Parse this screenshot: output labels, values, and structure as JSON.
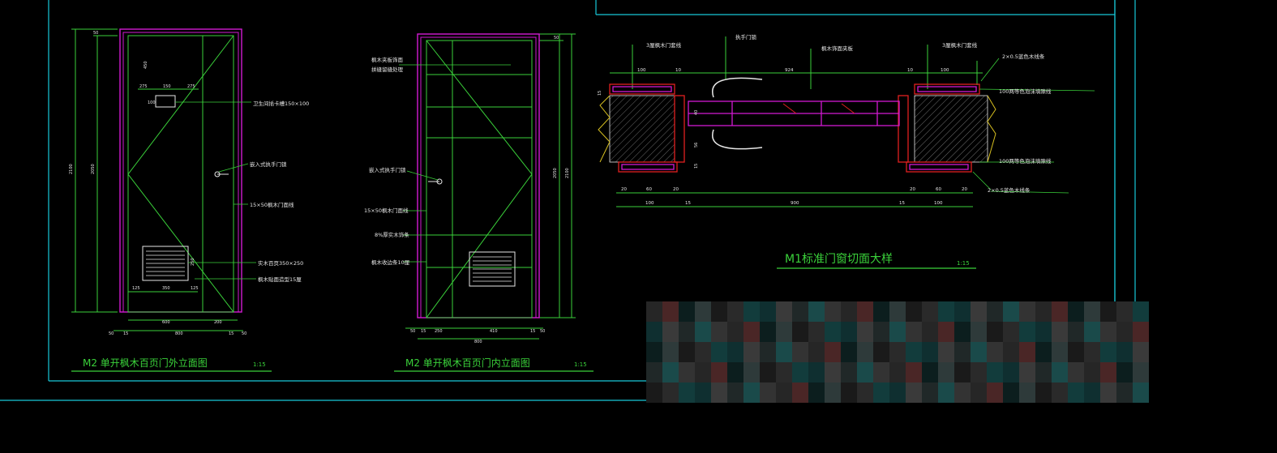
{
  "colors": {
    "background": "#000000",
    "frame": "#18c8d8",
    "green": "#3ad13a",
    "magenta": "#d21ad2",
    "red": "#e02020",
    "white": "#e6e6e6"
  },
  "drawing1": {
    "title": "M2  单开枫木百页门外立面图",
    "scale": "1:15",
    "notes": [
      "卫生间插卡槽150×100",
      "嵌入式执手门锁",
      "15×50枫木门面线",
      "实木百页350×250",
      "枫木贴面造型15厘"
    ],
    "dims": {
      "height_total": "2100",
      "height_inner": "2050",
      "top": "50",
      "slot_w1": "275",
      "slot_w2": "150",
      "slot_w3": "275",
      "slot_top": "450",
      "slot_h": "100",
      "vent_w1": "125",
      "vent_w2": "350",
      "vent_w3": "125",
      "vent_h": "250",
      "bottom_w1": "600",
      "bottom_w2": "200",
      "total_w": "800",
      "side_l": "50",
      "side_l2": "15",
      "side_r": "15",
      "side_r2": "50"
    }
  },
  "drawing2": {
    "title": "M2  单开枫木百页门内立面图",
    "scale": "1:15",
    "notes": [
      "枫木夹板饰面",
      "拼缝留缝处理",
      "嵌入式执手门锁",
      "15×50枫木门面线",
      "8%厚实木饰条",
      "枫木收边条10厘"
    ],
    "dims": {
      "height_total": "2100",
      "height_inner": "2050",
      "top": "50",
      "bottom_l": "250",
      "bottom_r": "410",
      "total_w": "800",
      "side_l": "50",
      "side_l2": "15",
      "side_r": "15",
      "side_r2": "50"
    }
  },
  "drawing3": {
    "title": "M1标准门窗切面大样",
    "scale": "1:15",
    "notes": [
      "3厘枫木门套线",
      "执手门锁",
      "枫木饰面夹板",
      "3厘枫木门套线",
      "2×0.5蓝色木线条",
      "100两等色泡沫填隙线",
      "100两等色泡沫填隙线",
      "2×0.5蓝色木线条"
    ],
    "dims": {
      "top_w1": "100",
      "top_g1": "10",
      "top_mid": "924",
      "top_g2": "10",
      "top_w2": "100",
      "bot_a": "20",
      "bot_b": "60",
      "bot_c": "20",
      "bot_d": "20",
      "bot_e": "60",
      "bot_f": "20",
      "bot_w1": "100",
      "bot_g1": "15",
      "bot_mid": "900",
      "bot_g2": "15",
      "bot_w2": "100",
      "side_t": "15",
      "side_a": "40",
      "side_b": "56",
      "side_c": "15"
    }
  }
}
